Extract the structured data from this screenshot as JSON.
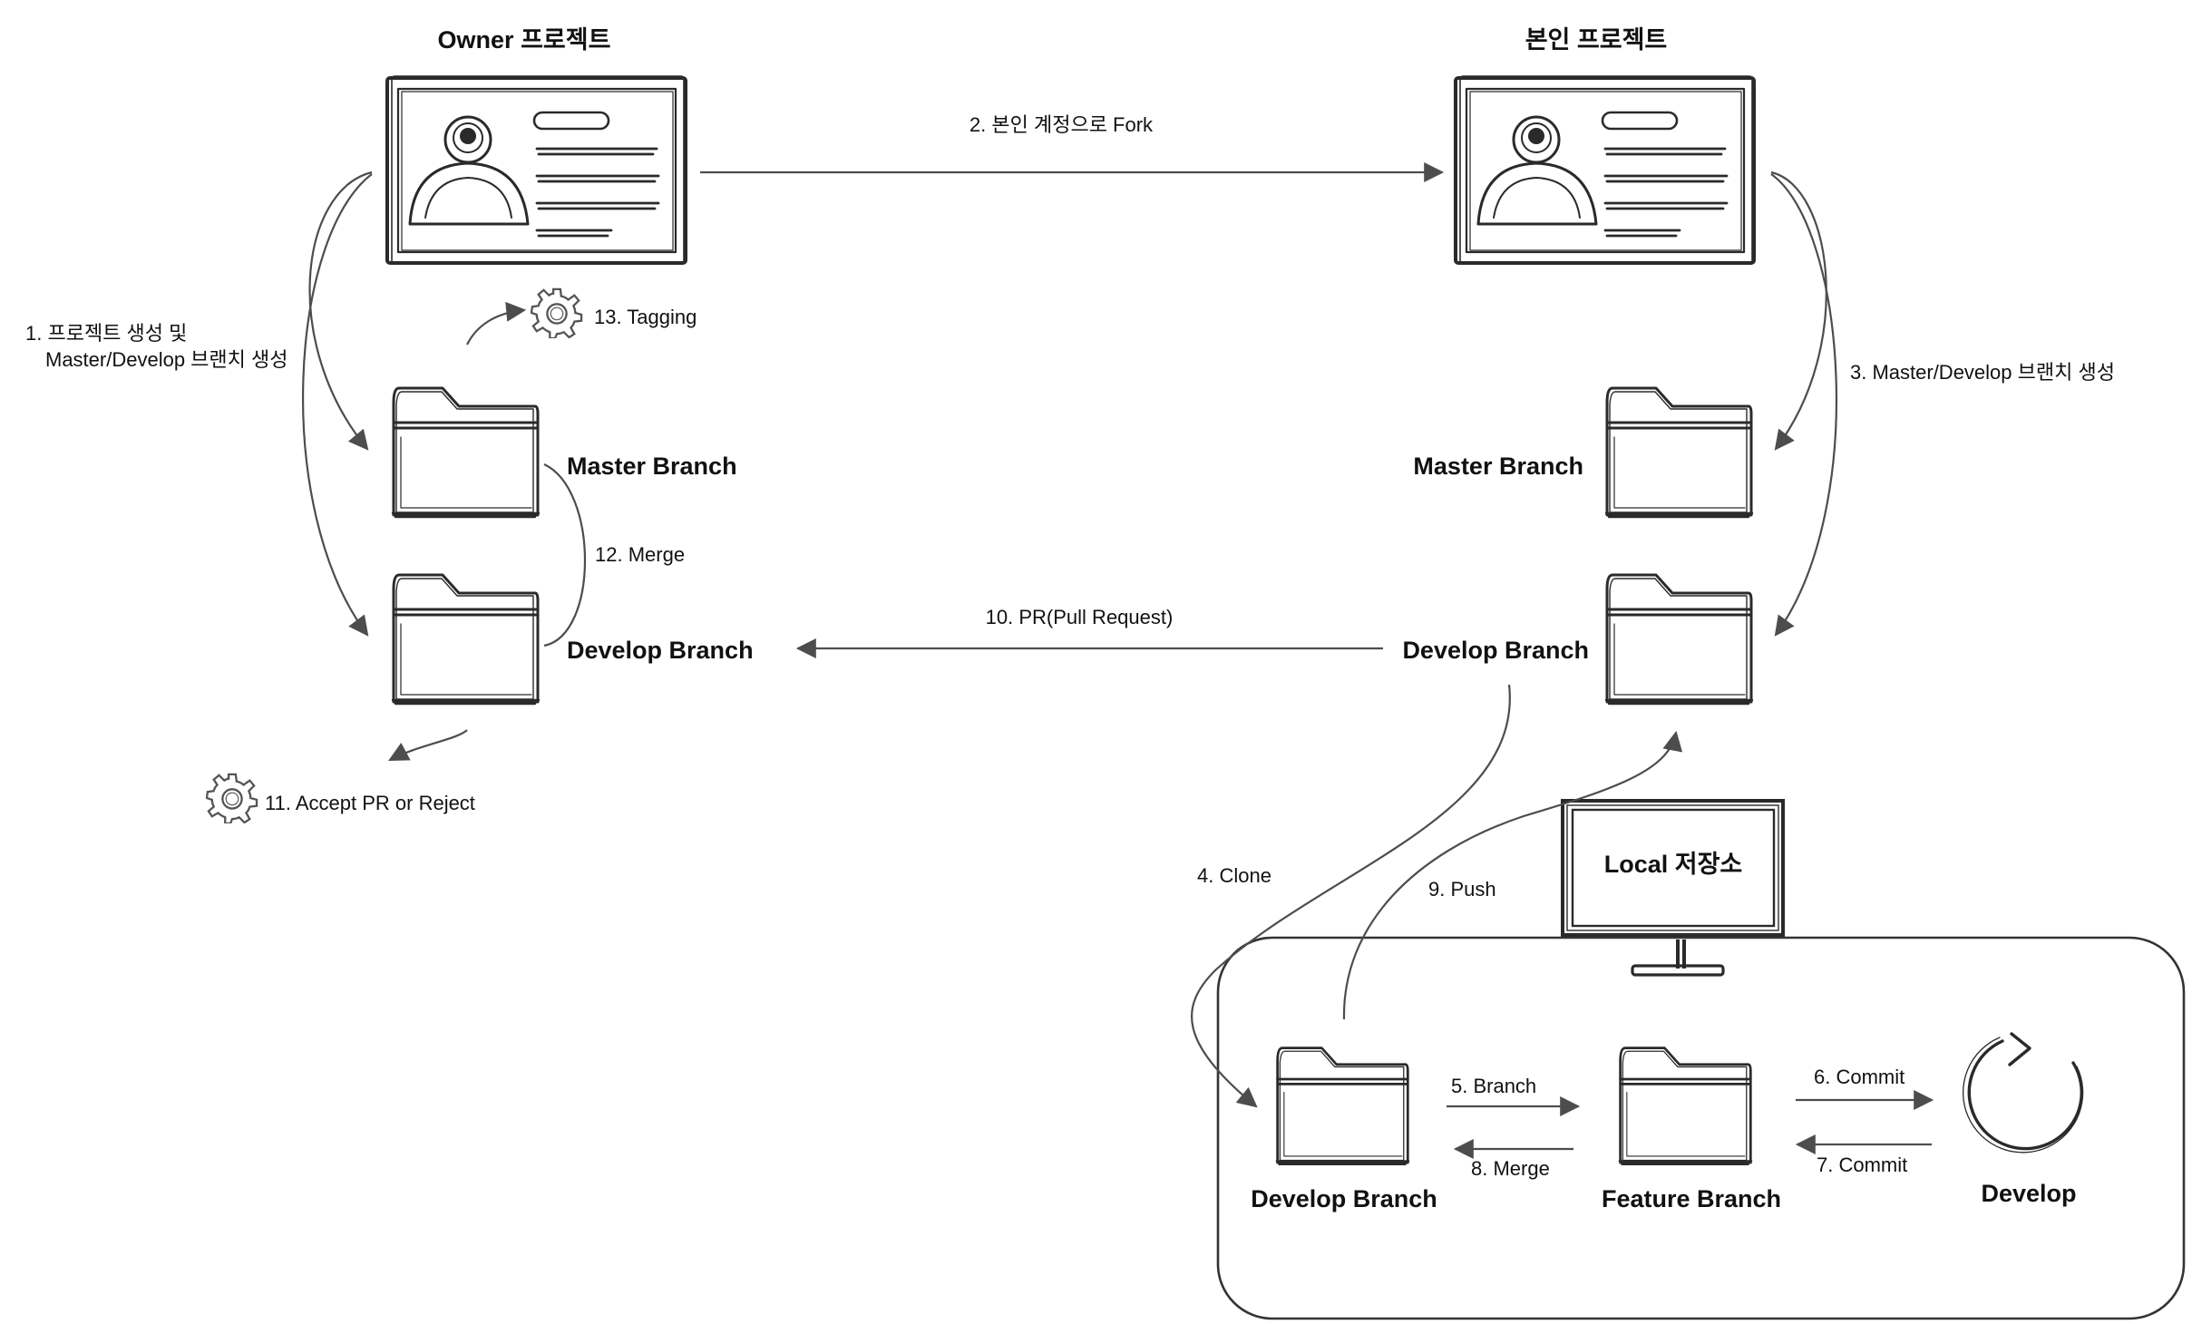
{
  "titles": {
    "owner_project": "Owner 프로젝트",
    "my_project": "본인 프로젝트",
    "local_repo": "Local 저장소"
  },
  "branches": {
    "owner_master": "Master Branch",
    "owner_develop": "Develop Branch",
    "my_master": "Master Branch",
    "my_develop": "Develop Branch",
    "local_develop": "Develop Branch",
    "local_feature": "Feature Branch",
    "develop_cycle": "Develop"
  },
  "steps": {
    "s1_line1": "1. 프로젝트 생성 및",
    "s1_line2": "Master/Develop 브랜치 생성",
    "s2": "2. 본인 계정으로 Fork",
    "s3": "3. Master/Develop 브랜치 생성",
    "s4": "4. Clone",
    "s5": "5. Branch",
    "s6": "6. Commit",
    "s7": "7. Commit",
    "s8": "8. Merge",
    "s9": "9. Push",
    "s10": "10. PR(Pull Request)",
    "s11": "11. Accept PR or Reject",
    "s12": "12. Merge",
    "s13": "13. Tagging"
  },
  "icons": {
    "profile_card": "profile-card-icon",
    "folder": "folder-icon",
    "gear": "gear-icon",
    "monitor": "monitor-icon",
    "cycle": "refresh-cycle-icon"
  },
  "colors": {
    "stroke": "#2a2a2a",
    "arrow": "#4d4d4d",
    "background": "#ffffff"
  }
}
